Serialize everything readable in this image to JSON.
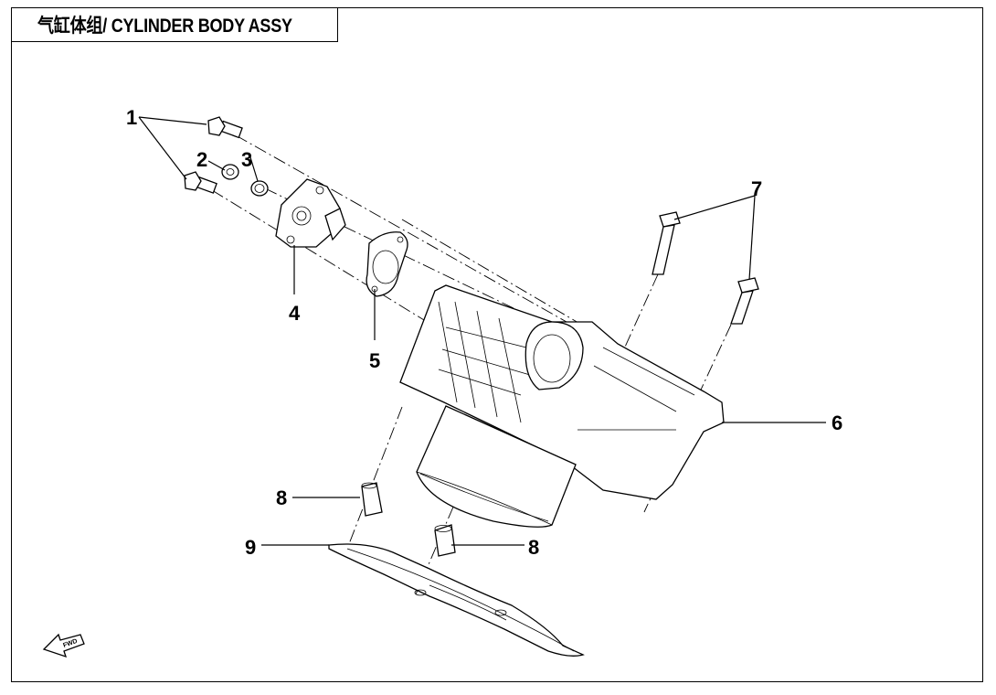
{
  "title": "气缸体组/ CYLINDER BODY ASSY",
  "callouts": [
    "1",
    "2",
    "3",
    "4",
    "5",
    "6",
    "7",
    "8",
    "8",
    "9"
  ],
  "fwd_label": "FWD"
}
